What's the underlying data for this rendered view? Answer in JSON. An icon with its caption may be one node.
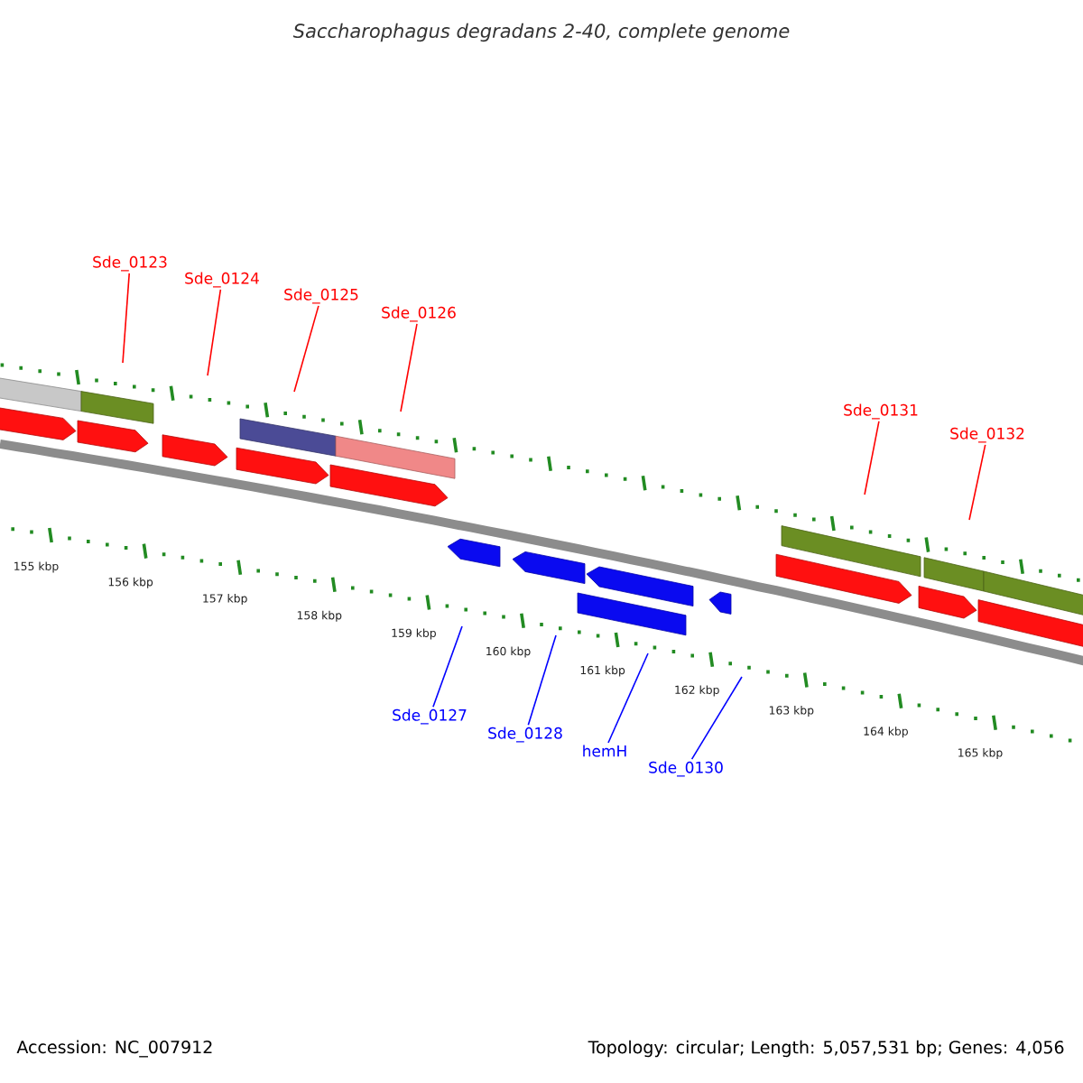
{
  "diagram": {
    "title": "Saccharophagus degradans 2-40, complete genome",
    "nodes": [
      {
        "text": [
          "Sde_0123"
        ]
      },
      {
        "text": [
          "Sde_0124"
        ]
      },
      {
        "text": [
          "Sde_0125"
        ]
      },
      {
        "text": [
          "Sde_0126"
        ]
      },
      {
        "text": [
          "Sde_0131"
        ]
      },
      {
        "text": [
          "Sde_0132"
        ]
      },
      {
        "text": [
          "Sde_0127"
        ]
      },
      {
        "text": [
          "Sde_0128"
        ]
      },
      {
        "text": [
          "hemH"
        ]
      },
      {
        "text": [
          "Sde_0130"
        ]
      }
    ],
    "edges": [
      {
        "from": 0,
        "to": null,
        "arrow": "none"
      },
      {
        "from": 1,
        "to": null,
        "arrow": "none"
      },
      {
        "from": 2,
        "to": null,
        "arrow": "none"
      },
      {
        "from": 3,
        "to": null,
        "arrow": "none"
      },
      {
        "from": 4,
        "to": null,
        "arrow": "none"
      },
      {
        "from": 5,
        "to": null,
        "arrow": "none"
      },
      {
        "from": 6,
        "to": null,
        "arrow": "none",
        "color": "#0000ff"
      },
      {
        "from": 7,
        "to": null,
        "arrow": "none",
        "color": "#0000ff"
      },
      {
        "from": 8,
        "to": null,
        "arrow": "none",
        "color": "#0000ff"
      },
      {
        "from": 9,
        "to": null,
        "arrow": "none",
        "color": "#0000ff"
      }
    ],
    "labels": [
      "155 kbp",
      "156 kbp",
      "157 kbp",
      "158 kbp",
      "159 kbp",
      "160 kbp",
      "161 kbp",
      "162 kbp",
      "163 kbp",
      "164 kbp",
      "165 kbp",
      "Accession: NC_007912",
      "Topology: circular; Length: 5,057,531 bp; Genes: 4,056"
    ]
  }
}
